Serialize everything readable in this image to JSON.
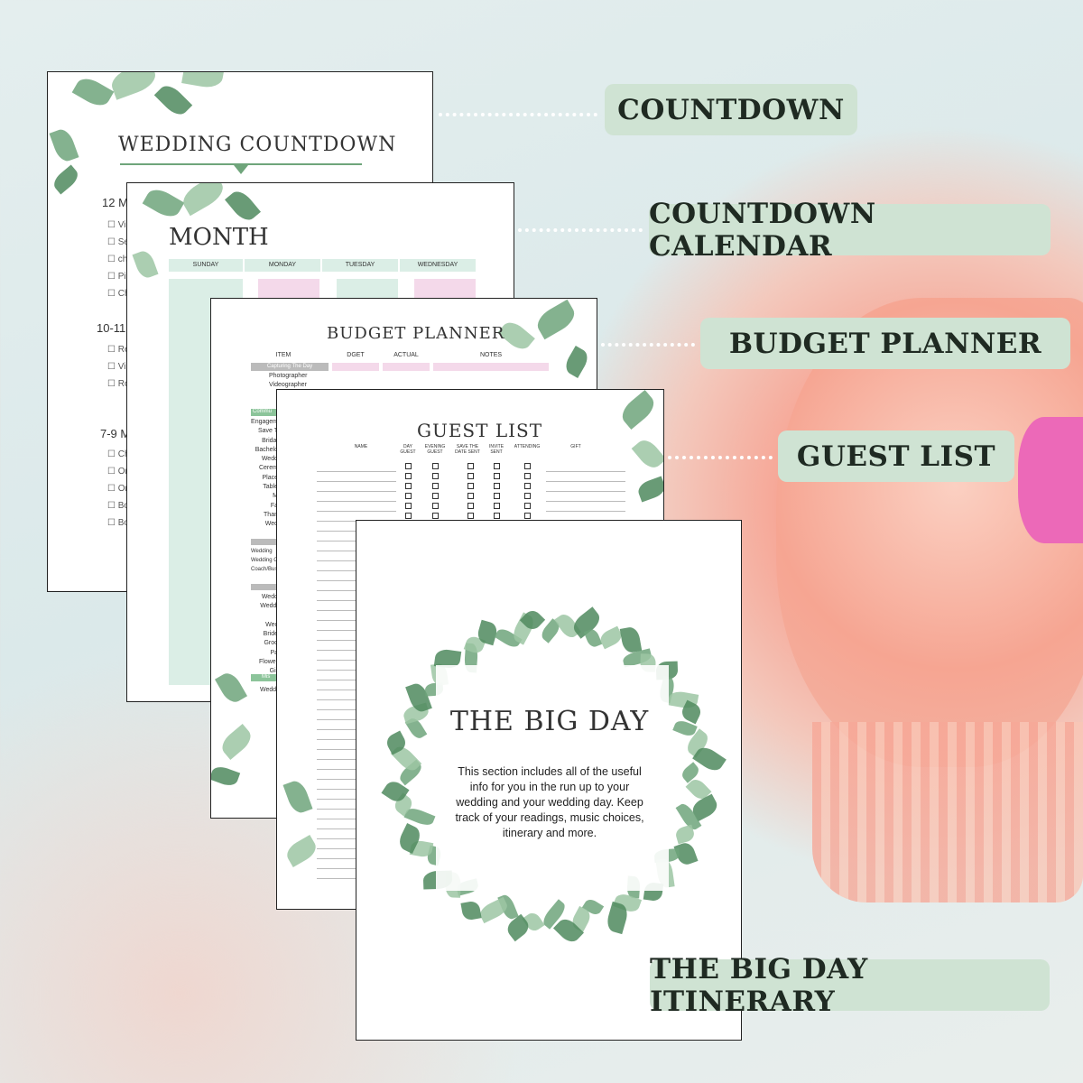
{
  "labels": {
    "countdown": "COUNTDOWN",
    "calendar": "COUNTDOWN CALENDAR",
    "budget": "BUDGET PLANNER",
    "guest": "GUEST LIST",
    "itinerary": "THE BIG DAY ITINERARY"
  },
  "countdown_page": {
    "title": "WEDDING COUNTDOWN",
    "sections": [
      "12 M",
      "10-11",
      "7-9 M"
    ],
    "items_a": [
      "Vi",
      "Se",
      "ch",
      "Pi",
      "Ch"
    ],
    "items_b": [
      "Re",
      "Vi",
      "Ro"
    ],
    "items_c": [
      "Ch",
      "Or",
      "Or",
      "Bo ni",
      "Bo"
    ]
  },
  "calendar_page": {
    "title": "MONTH",
    "days": [
      "SUNDAY",
      "MONDAY",
      "TUESDAY",
      "WEDNESDAY"
    ]
  },
  "budget_page": {
    "title": "BUDGET PLANNER",
    "headers": [
      "ITEM",
      "DGET",
      "ACTUAL",
      "NOTES"
    ],
    "capturing": "Capturing The Day",
    "items": [
      "Photographer",
      "Videographer",
      "Wed"
    ],
    "section2": "Commu",
    "items2": [
      "Engagem",
      "Save T",
      "Bridal",
      "Bachelo",
      "Wedd",
      "Cerem",
      "Place",
      "Table",
      "M",
      "Fa",
      "Than",
      "Wed"
    ],
    "items3": [
      "Wedding",
      "Wedding Cars",
      "Coach/Bus"
    ],
    "items4": [
      "Wedd",
      "Weddi",
      "Wec",
      "Bride",
      "Groo",
      "Pa",
      "Flower Gir"
    ],
    "section5": "Mis",
    "items5": [
      "Wedd"
    ]
  },
  "guest_page": {
    "title": "GUEST LIST",
    "headers": [
      "NAME",
      "DAY GUEST",
      "EVENING GUEST",
      "SAVE THE DATE SENT",
      "INVITE SENT",
      "ATTENDING",
      "GIFT"
    ]
  },
  "bigday_page": {
    "title": "THE BIG DAY",
    "body": "This section includes all of the useful info for you in the run up to your wedding and your wedding day. Keep track of your readings, music choices, itinerary and more."
  },
  "colors": {
    "label_bg": "#cfe3d3",
    "leaf": "#6fa57b",
    "accent_green": "#dbeee6",
    "accent_pink": "#f4d9ea"
  }
}
